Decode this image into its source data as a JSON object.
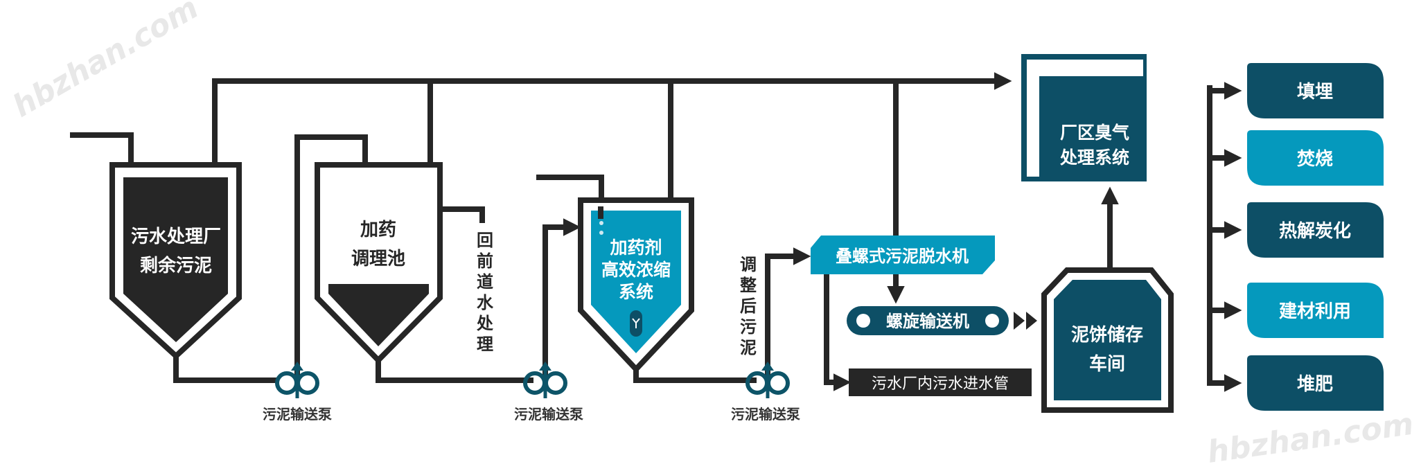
{
  "watermark": "hbzhan.com",
  "colors": {
    "pipe": "#262626",
    "dark_teal": "#0d4f66",
    "light_teal": "#0599bd"
  },
  "tank1": {
    "lines": [
      "污水处理厂",
      "剩余污泥"
    ]
  },
  "tank2": {
    "lines": [
      "加药",
      "调理池"
    ],
    "return_label": [
      "回",
      "前",
      "道",
      "水",
      "处",
      "理"
    ]
  },
  "tank3": {
    "lines": [
      "加药剂",
      "高效浓缩",
      "系统"
    ]
  },
  "pumps": [
    {
      "label": "污泥输送泵"
    },
    {
      "label": "污泥输送泵"
    },
    {
      "label": "污泥输送泵"
    }
  ],
  "adjusted_sludge": [
    "调",
    "整",
    "后",
    "污",
    "泥"
  ],
  "dewatering": {
    "label": "叠螺式污泥脱水机"
  },
  "conveyor": {
    "label": "螺旋输送机"
  },
  "sewage_pipe": {
    "label": "污水厂内污水进水管"
  },
  "cake_storage": {
    "lines": [
      "泥饼储存",
      "车间"
    ]
  },
  "odor_system": {
    "lines": [
      "厂区臭气",
      "处理系统"
    ]
  },
  "disposal": [
    {
      "label": "填埋",
      "color": "#0d4f66"
    },
    {
      "label": "焚烧",
      "color": "#0599bd"
    },
    {
      "label": "热解炭化",
      "color": "#0d4f66"
    },
    {
      "label": "建材利用",
      "color": "#0599bd"
    },
    {
      "label": "堆肥",
      "color": "#0d4f66"
    }
  ]
}
